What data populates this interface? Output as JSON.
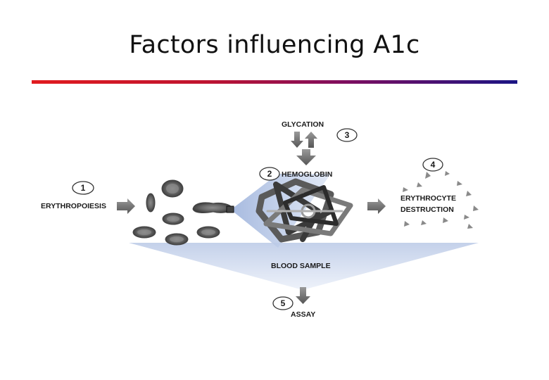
{
  "slide": {
    "title": "Factors influencing A1c"
  },
  "diagram": {
    "steps": [
      {
        "number": "1",
        "label": "ERYTHROPOIESIS"
      },
      {
        "number": "2",
        "label": "HEMOGLOBIN"
      },
      {
        "number": "3",
        "label": "GLYCATION"
      },
      {
        "number": "4",
        "label_line1": "ERYTHROCYTE",
        "label_line2": "DESTRUCTION"
      },
      {
        "number": "5",
        "label": "ASSAY"
      }
    ],
    "blood_sample_label": "BLOOD SAMPLE"
  }
}
